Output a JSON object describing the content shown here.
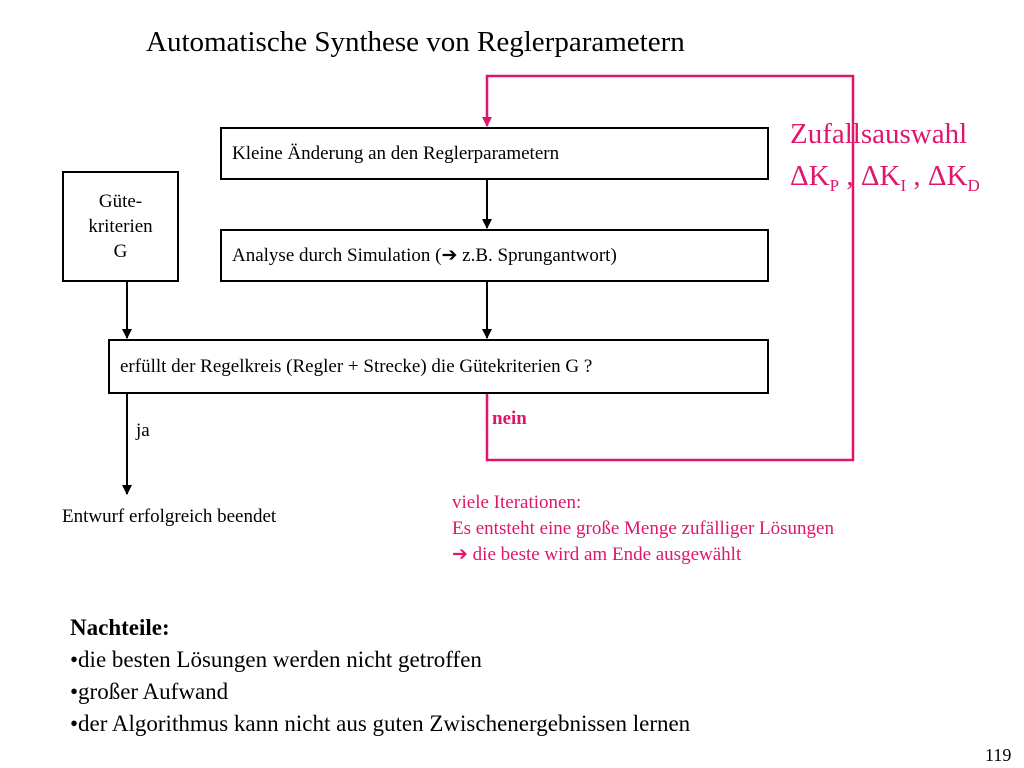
{
  "title": "Automatische Synthese von Reglerparametern",
  "boxes": {
    "change": "Kleine Änderung an den Reglerparametern",
    "analysis": "Analyse durch Simulation (➔ z.B. Sprungantwort)",
    "check": "erfüllt der Regelkreis (Regler + Strecke) die Gütekriterien G ?",
    "guete": [
      "Güte-",
      "kriterien",
      "G"
    ]
  },
  "random": {
    "title": "Zufallsauswahl",
    "delta": "Δ",
    "k": "K",
    "subs": [
      "P",
      "I",
      "D"
    ],
    "separator": " , "
  },
  "labels": {
    "ja": "ja",
    "nein": "nein",
    "result": "Entwurf erfolgreich beendet"
  },
  "iterations": [
    "viele Iterationen:",
    "Es entsteht eine große Menge zufälliger Lösungen",
    "➔ die beste wird am Ende ausgewählt"
  ],
  "drawbacks": {
    "heading": "Nachteile:",
    "items": [
      "•die besten Lösungen werden nicht getroffen",
      "•großer Aufwand",
      "•der Algorithmus kann nicht aus guten Zwischenergebnissen lernen"
    ]
  },
  "page_number": "119",
  "colors": {
    "accent": "#e0166c",
    "line": "#000000"
  }
}
